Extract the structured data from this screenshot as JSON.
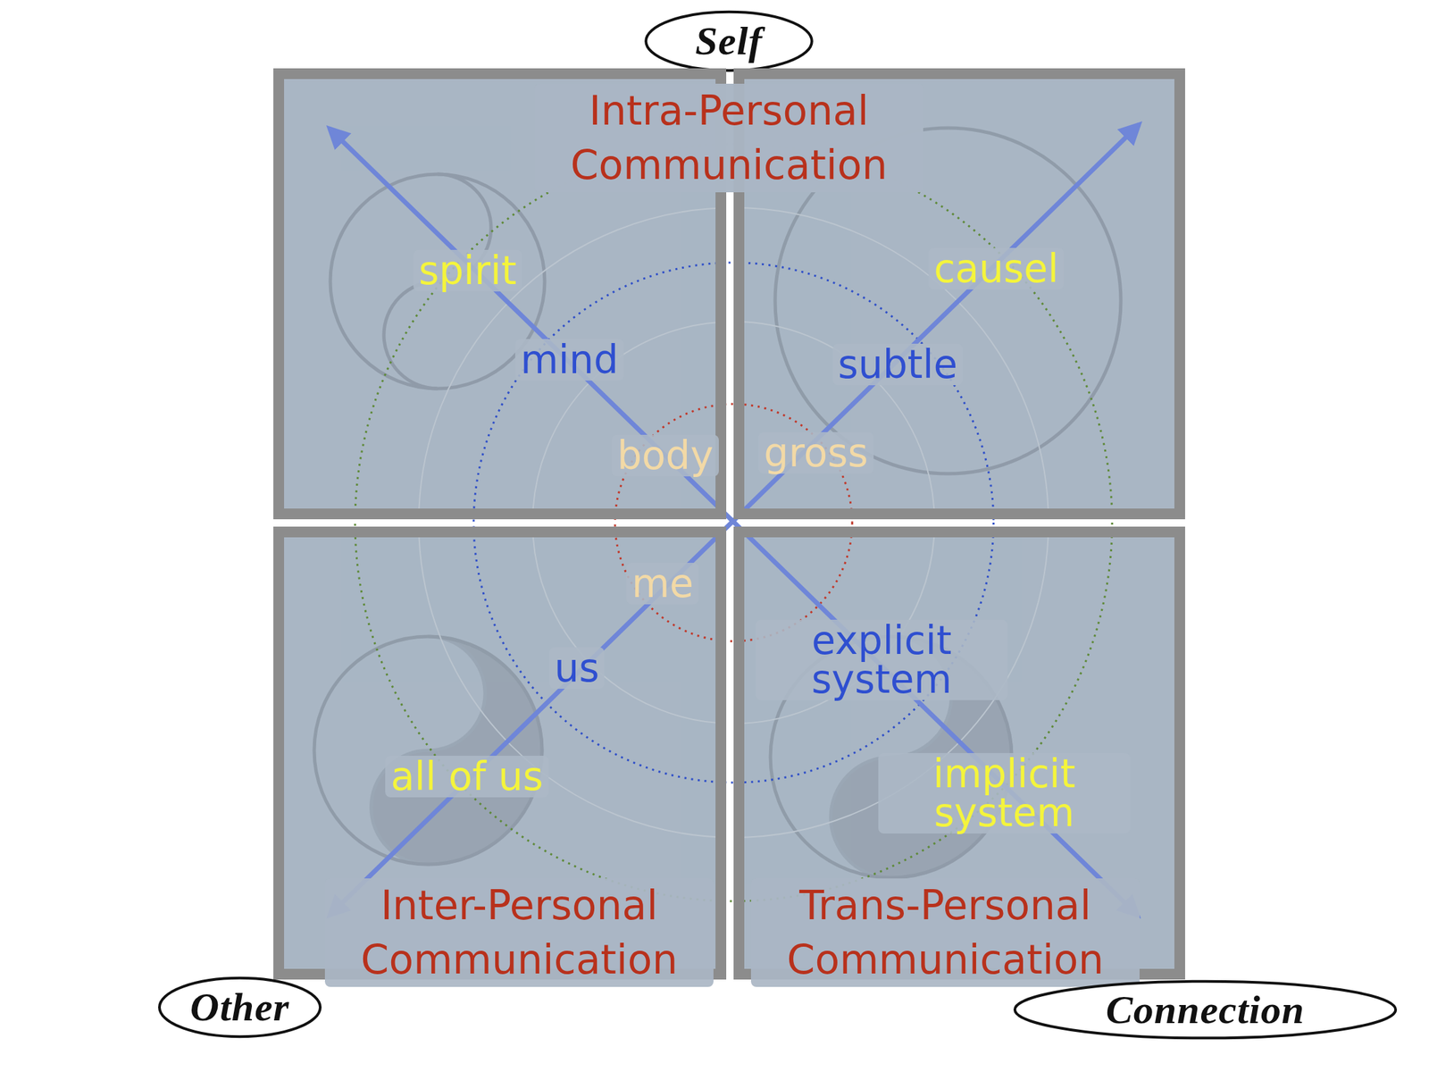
{
  "diagram": {
    "nodes": [
      {
        "text": [
          "Self"
        ]
      },
      {
        "text": [
          "Intra-Personal Communication"
        ]
      },
      {
        "text": [
          "Intra-Personal Communication"
        ]
      },
      {
        "text": [
          "Inter-Personal Communication"
        ]
      },
      {
        "text": [
          "Trans-Personal Communication"
        ]
      },
      {
        "text": [
          "Other"
        ]
      },
      {
        "text": [
          "Connection"
        ]
      }
    ],
    "labels": [
      "spirit",
      "causel",
      "mind",
      "subtle",
      "body",
      "gross",
      "me",
      "us",
      "explicit system",
      "all of us",
      "implicit system"
    ]
  }
}
